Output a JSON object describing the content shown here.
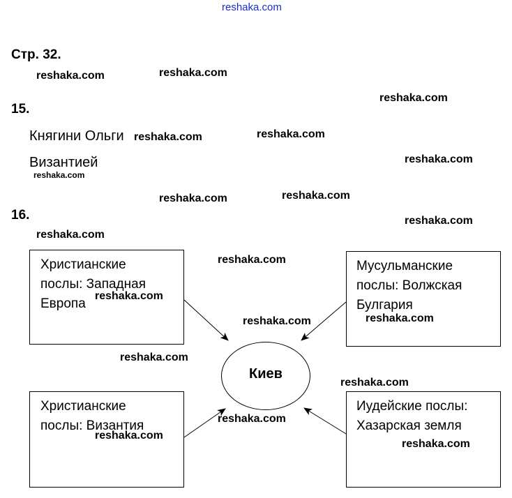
{
  "watermark_top": "reshaka.com",
  "watermark": "reshaka.com",
  "page_heading": "Стр. 32.",
  "task15": {
    "number": "15.",
    "answers": [
      "Княгини Ольги",
      "Византией"
    ]
  },
  "task16": {
    "number": "16.",
    "center": "Киев",
    "boxes": [
      {
        "text": "Христианские\nпослы: Западная\nЕвропа"
      },
      {
        "text": "Мусульманские\nпослы: Волжская\nБулгария"
      },
      {
        "text": "Христианские\nпослы: Византия"
      },
      {
        "text": "Иудейские послы:\nХазарская земля"
      }
    ]
  }
}
